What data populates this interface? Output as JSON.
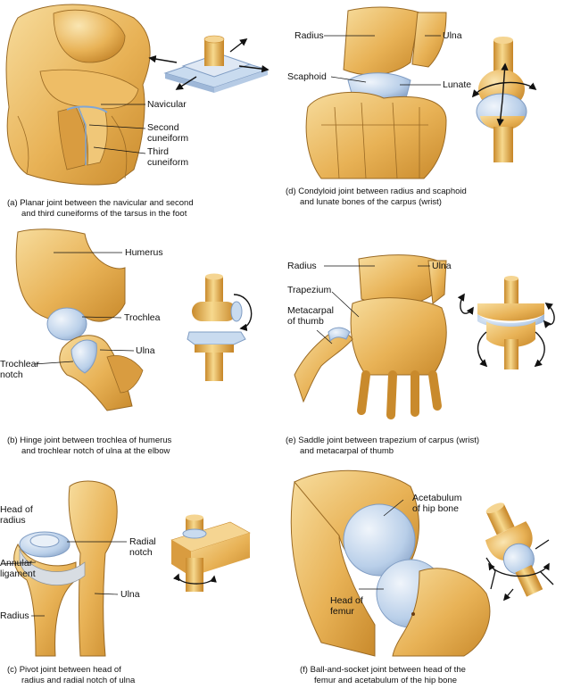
{
  "colors": {
    "bone": "#e9b259",
    "bone_light": "#f5d592",
    "bone_dark": "#c98a2c",
    "cartilage": "#b9cfe9",
    "cartilage_light": "#dde9f6",
    "outline": "#9a6a24"
  },
  "panels": [
    {
      "id": "a",
      "caption_line1": "(a) Planar joint between the navicular and second",
      "caption_line2": "and third cuneiforms of the tarsus in the foot",
      "labels": [
        "Navicular",
        "Second\ncuneiform",
        "Third\ncuneiform"
      ],
      "model_icon": "planar-joint-model-icon"
    },
    {
      "id": "b",
      "caption_line1": "(b) Hinge joint between trochlea of humerus",
      "caption_line2": "and trochlear notch of ulna at the elbow",
      "labels": [
        "Humerus",
        "Trochlea",
        "Ulna",
        "Trochlear\nnotch"
      ],
      "model_icon": "hinge-joint-model-icon"
    },
    {
      "id": "c",
      "caption_line1": "(c) Pivot joint between head of",
      "caption_line2": "radius and radial notch of ulna",
      "labels": [
        "Head of\nradius",
        "Radial\nnotch",
        "Annular\nligament",
        "Ulna",
        "Radius"
      ],
      "model_icon": "pivot-joint-model-icon"
    },
    {
      "id": "d",
      "caption_line1": "(d) Condyloid joint between radius and scaphoid",
      "caption_line2": "and lunate bones of the carpus (wrist)",
      "labels": [
        "Radius",
        "Ulna",
        "Scaphoid",
        "Lunate"
      ],
      "model_icon": "condyloid-joint-model-icon"
    },
    {
      "id": "e",
      "caption_line1": "(e) Saddle joint between trapezium of carpus (wrist)",
      "caption_line2": "and metacarpal of thumb",
      "labels": [
        "Radius",
        "Ulna",
        "Trapezium",
        "Metacarpal\nof thumb"
      ],
      "model_icon": "saddle-joint-model-icon"
    },
    {
      "id": "f",
      "caption_line1": "(f) Ball-and-socket joint between head of the",
      "caption_line2": "femur and acetabulum of the hip bone",
      "labels": [
        "Acetabulum\nof hip bone",
        "Head of\nfemur"
      ],
      "model_icon": "ball-and-socket-joint-model-icon"
    }
  ]
}
